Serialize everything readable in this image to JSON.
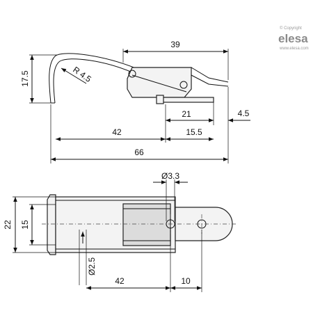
{
  "brand": {
    "copyright": "© Copyright",
    "name": "elesa",
    "url": "www.elesa.com"
  },
  "side_view": {
    "dim_39": "39",
    "dim_17_5": "17.5",
    "dim_r4_5": "R 4.5",
    "dim_21": "21",
    "dim_4_5": "4.5",
    "dim_42": "42",
    "dim_15_5": "15.5",
    "dim_66": "66"
  },
  "top_view": {
    "dim_d3_3": "Ø3.3",
    "dim_22": "22",
    "dim_15": "15",
    "dim_d2_5": "Ø2.5",
    "dim_42": "42",
    "dim_10": "10"
  },
  "colors": {
    "line": "#111111",
    "part_fill": "#dcdcdc",
    "brand_gray": "#8a8a8a"
  }
}
